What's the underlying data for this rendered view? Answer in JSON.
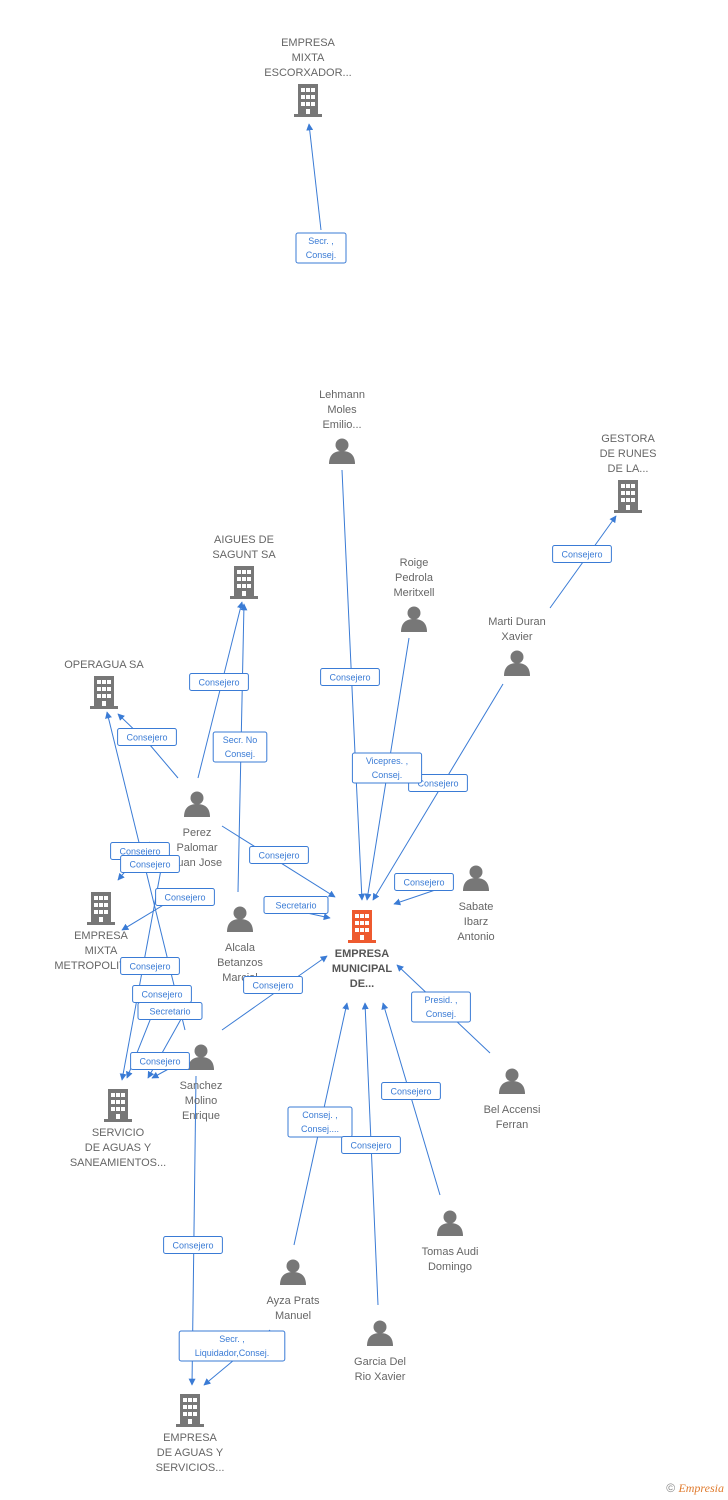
{
  "colors": {
    "edge": "#3a7bd5",
    "company": "#777777",
    "focus": "#ee5a2f",
    "person": "#777777"
  },
  "nodes": [
    {
      "id": "mixta_escorx",
      "type": "company",
      "lines": [
        "EMPRESA",
        "MIXTA",
        "ESCORXADOR..."
      ],
      "icon": "building-icon"
    },
    {
      "id": "lehmann",
      "type": "person",
      "lines": [
        "Lehmann",
        "Moles",
        "Emilio..."
      ],
      "icon": "person-icon"
    },
    {
      "id": "gestora",
      "type": "company",
      "lines": [
        "GESTORA",
        "DE RUNES",
        "DE LA..."
      ],
      "icon": "building-icon"
    },
    {
      "id": "aigues",
      "type": "company",
      "lines": [
        "AIGUES DE",
        "SAGUNT SA"
      ],
      "icon": "building-icon"
    },
    {
      "id": "roige",
      "type": "person",
      "lines": [
        "Roige",
        "Pedrola",
        "Meritxell"
      ],
      "icon": "person-icon"
    },
    {
      "id": "marti",
      "type": "person",
      "lines": [
        "Marti Duran",
        "Xavier"
      ],
      "icon": "person-icon"
    },
    {
      "id": "operagua",
      "type": "company",
      "lines": [
        "OPERAGUA SA"
      ],
      "icon": "building-icon"
    },
    {
      "id": "perez",
      "type": "person",
      "lines": [
        "Perez",
        "Palomar",
        "Juan Jose"
      ],
      "icon": "person-icon"
    },
    {
      "id": "sabate",
      "type": "person",
      "lines": [
        "Sabate",
        "Ibarz",
        "Antonio"
      ],
      "icon": "person-icon"
    },
    {
      "id": "mixta_metro",
      "type": "company",
      "lines": [
        "EMPRESA",
        "MIXTA",
        "METROPOLITANA"
      ],
      "icon": "building-icon"
    },
    {
      "id": "alcala",
      "type": "person",
      "lines": [
        "Alcala",
        "Betanzos",
        "Marcial"
      ],
      "icon": "person-icon"
    },
    {
      "id": "main",
      "type": "focus",
      "lines": [
        "EMPRESA",
        "MUNICIPAL",
        "DE..."
      ],
      "icon": "building-icon"
    },
    {
      "id": "sanchez",
      "type": "person",
      "lines": [
        "Sanchez",
        "Molino",
        "Enrique"
      ],
      "icon": "person-icon"
    },
    {
      "id": "servicio",
      "type": "company",
      "lines": [
        "SERVICIO",
        "DE AGUAS Y",
        "SANEAMIENTOS..."
      ],
      "icon": "building-icon"
    },
    {
      "id": "bel",
      "type": "person",
      "lines": [
        "Bel Accensi",
        "Ferran"
      ],
      "icon": "person-icon"
    },
    {
      "id": "tomas",
      "type": "person",
      "lines": [
        "Tomas Audi",
        "Domingo"
      ],
      "icon": "person-icon"
    },
    {
      "id": "ayza",
      "type": "person",
      "lines": [
        "Ayza Prats",
        "Manuel"
      ],
      "icon": "person-icon"
    },
    {
      "id": "garcia",
      "type": "person",
      "lines": [
        "Garcia Del",
        "Rio Xavier"
      ],
      "icon": "person-icon"
    },
    {
      "id": "aguas_serv",
      "type": "company",
      "lines": [
        "EMPRESA",
        "DE AGUAS Y",
        "SERVICIOS..."
      ],
      "icon": "building-icon"
    }
  ],
  "edges": [
    {
      "from": "lehmann",
      "to": "mixta_escorx",
      "label": [
        "Secr. ,",
        "Consej."
      ]
    },
    {
      "from": "lehmann",
      "to": "main",
      "label": [
        "Consejero"
      ]
    },
    {
      "from": "marti",
      "to": "gestora",
      "label": [
        "Consejero"
      ]
    },
    {
      "from": "marti",
      "to": "main",
      "label": [
        "Consejero"
      ]
    },
    {
      "from": "roige",
      "to": "main",
      "label": [
        "Vicepres. ,",
        "Consej."
      ]
    },
    {
      "from": "perez",
      "to": "aigues",
      "label": [
        "Consejero"
      ]
    },
    {
      "from": "perez",
      "to": "operagua",
      "label": [
        "Consejero"
      ]
    },
    {
      "from": "perez",
      "to": "main",
      "label": [
        "Consejero"
      ]
    },
    {
      "from": "perez",
      "to": "mixta_metro",
      "label": [
        "Consejero"
      ]
    },
    {
      "from": "perez",
      "to": "servicio",
      "label": [
        "Consejero"
      ]
    },
    {
      "from": "alcala",
      "to": "aigues",
      "label": [
        "Secr. No",
        "Consej."
      ]
    },
    {
      "from": "alcala",
      "to": "main",
      "label": [
        "Secretario"
      ]
    },
    {
      "from": "alcala",
      "to": "mixta_metro",
      "label": [
        "Consejero"
      ]
    },
    {
      "from": "sabate",
      "to": "main",
      "label": [
        "Consejero"
      ]
    },
    {
      "from": "sanchez",
      "to": "operagua",
      "label": [
        "Consejero"
      ]
    },
    {
      "from": "sanchez",
      "to": "main",
      "label": [
        "Consejero"
      ]
    },
    {
      "from": "sanchez",
      "to": "servicio",
      "label": [
        "Consejero"
      ]
    },
    {
      "from": "sanchez",
      "to": "servicio",
      "label": [
        "Secretario"
      ]
    },
    {
      "from": "sanchez",
      "to": "servicio",
      "label": [
        "Consejero"
      ]
    },
    {
      "from": "sanchez",
      "to": "aguas_serv",
      "label": [
        "Consejero"
      ]
    },
    {
      "from": "bel",
      "to": "main",
      "label": [
        "Presid. ,",
        "Consej."
      ]
    },
    {
      "from": "tomas",
      "to": "main",
      "label": [
        "Consejero"
      ]
    },
    {
      "from": "ayza",
      "to": "main",
      "label": [
        "Consej. ,",
        "Consej...."
      ]
    },
    {
      "from": "ayza",
      "to": "aguas_serv",
      "label": [
        "Secr. ,",
        "Liquidador,Consej."
      ]
    },
    {
      "from": "garcia",
      "to": "main",
      "label": [
        "Consejero"
      ]
    }
  ],
  "footer": {
    "copyright": "©",
    "brand": "Empresia"
  }
}
